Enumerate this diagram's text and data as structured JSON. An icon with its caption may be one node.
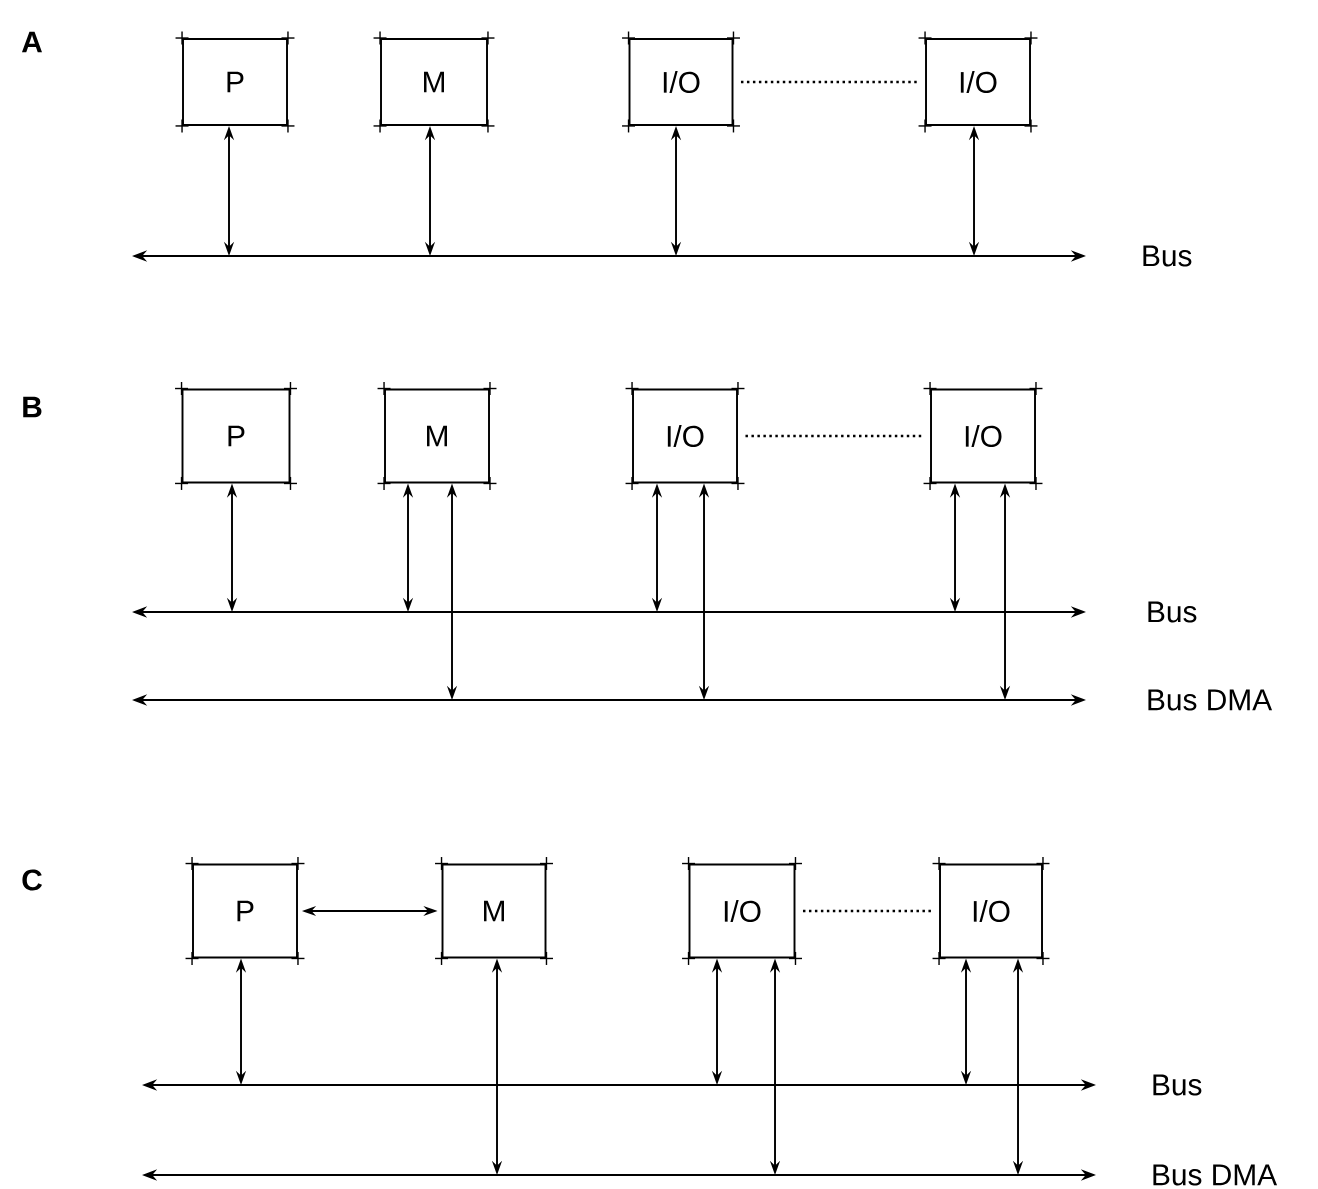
{
  "diagram": {
    "nodes": [
      {
        "text": [
          "P"
        ]
      },
      {
        "text": [
          "M"
        ]
      },
      {
        "text": [
          "I/O"
        ]
      },
      {
        "text": [
          "I/O"
        ]
      },
      {
        "text": [],
        "shape": "bar",
        "beside": [
          "Bus"
        ]
      },
      {
        "text": [
          "P"
        ]
      },
      {
        "text": [
          "M"
        ]
      },
      {
        "text": [
          "I/O"
        ]
      },
      {
        "text": [
          "I/O"
        ]
      },
      {
        "text": [],
        "shape": "bar",
        "beside": [
          "Bus"
        ]
      },
      {
        "text": [],
        "shape": "bar",
        "beside": [
          "Bus DMA"
        ]
      },
      {
        "text": [
          "P"
        ]
      },
      {
        "text": [
          "M"
        ]
      },
      {
        "text": [
          "I/O"
        ]
      },
      {
        "text": [
          "I/O"
        ]
      },
      {
        "text": [],
        "shape": "bar",
        "beside": [
          "Bus"
        ]
      },
      {
        "text": [],
        "shape": "bar",
        "beside": [
          "Bus DMA"
        ]
      }
    ],
    "edges": [
      {
        "from": 0,
        "to": 4,
        "arrow": "both"
      },
      {
        "from": 1,
        "to": 4,
        "arrow": "both"
      },
      {
        "from": 2,
        "to": 4,
        "arrow": "both"
      },
      {
        "from": 3,
        "to": 4,
        "arrow": "both"
      },
      {
        "from": 2,
        "to": 3,
        "arrow": "none",
        "style": "dashed"
      },
      {
        "from": 5,
        "to": 9,
        "arrow": "both"
      },
      {
        "from": 6,
        "to": 9,
        "arrow": "both"
      },
      {
        "from": 6,
        "to": 10,
        "arrow": "both"
      },
      {
        "from": 7,
        "to": 9,
        "arrow": "both"
      },
      {
        "from": 7,
        "to": 10,
        "arrow": "both"
      },
      {
        "from": 8,
        "to": 9,
        "arrow": "both"
      },
      {
        "from": 8,
        "to": 10,
        "arrow": "both"
      },
      {
        "from": 7,
        "to": 8,
        "arrow": "none",
        "style": "dashed"
      },
      {
        "from": 11,
        "to": 12,
        "arrow": "both"
      },
      {
        "from": 11,
        "to": 15,
        "arrow": "both"
      },
      {
        "from": 12,
        "to": 16,
        "arrow": "both"
      },
      {
        "from": 13,
        "to": 15,
        "arrow": "both"
      },
      {
        "from": 13,
        "to": 16,
        "arrow": "both"
      },
      {
        "from": 14,
        "to": 15,
        "arrow": "both"
      },
      {
        "from": 14,
        "to": 16,
        "arrow": "both"
      },
      {
        "from": 13,
        "to": 14,
        "arrow": "none",
        "style": "dashed"
      }
    ],
    "labels": [
      "A",
      "B",
      "C"
    ]
  }
}
